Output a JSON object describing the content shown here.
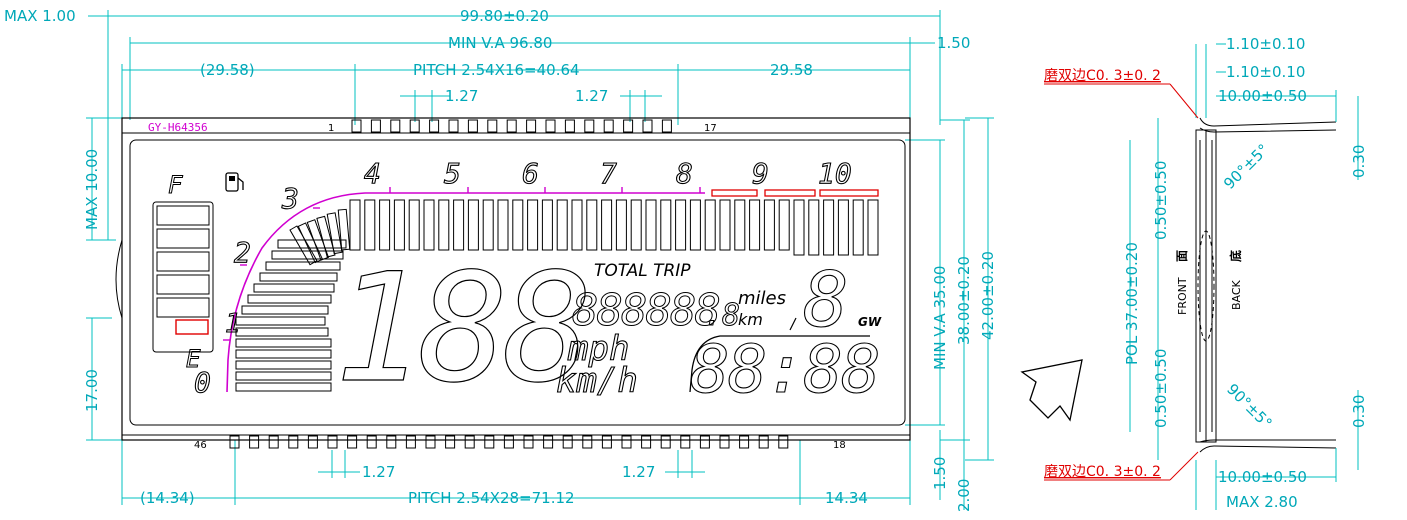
{
  "dimensions": {
    "max_1_00": "MAX 1.00",
    "overall_width": "99.80±0.20",
    "min_va": "MIN V.A 96.80",
    "right_1_50": "1.50",
    "left_pitch_offset": "(29.58)",
    "top_pitch": "PITCH 2.54X16=40.64",
    "right_pitch_offset": "29.58",
    "pin_pitch_a": "1.27",
    "pin_pitch_b": "1.27",
    "max_10_00": "MAX 10.00",
    "left_17_00": "17.00",
    "min_va_35": "MIN V.A 35.00",
    "height_38": "38.00±0.20",
    "height_42": "42.00±0.20",
    "bottom_1_50": "1.50",
    "bottom_2_00": "2.00",
    "bottom_left_offset": "(14.34)",
    "bottom_pitch": "PITCH 2.54X28=71.12",
    "bottom_right_offset": "14.34",
    "bottom_pitch_a": "1.27",
    "bottom_pitch_b": "1.27"
  },
  "lcd": {
    "model": "GY-H64356",
    "pin_top_first": "1",
    "pin_top_last": "17",
    "pin_bottom_first": "46",
    "pin_bottom_last": "18",
    "fuel_full": "F",
    "fuel_empty": "E",
    "scale_numbers": [
      "0",
      "1",
      "2",
      "3",
      "4",
      "5",
      "6",
      "7",
      "8",
      "9",
      "10"
    ],
    "speed_digits": "188",
    "speed_unit_mph": "mph",
    "speed_unit_kmh": "km/h",
    "total_trip": "TOTAL TRIP",
    "odometer": "888888",
    "odometer_decimal": ".8",
    "miles": "miles",
    "km": "km",
    "gear": "8",
    "gear_label": "GW",
    "clock": "88:88"
  },
  "side_view": {
    "thickness_top": "1.10±0.10",
    "thickness_top2": "1.10±0.10",
    "pin_length_top": "10.00±0.50",
    "pin_length_bottom": "10.00±0.50",
    "offset_030_top": "0.30",
    "offset_030_bottom": "0.30",
    "angle_top": "90°±5°",
    "angle_bottom": "90°±5°",
    "pol_dim": "POL 37.00±0.20",
    "pol_offset_top": "0.50±0.50",
    "pol_offset_bottom": "0.50±0.50",
    "front_label": "FRONT",
    "front_char": "面",
    "back_label": "BACK",
    "back_char": "底",
    "chamfer_top": "磨双边C0. 3±0. 2",
    "chamfer_bottom": "磨双边C0. 3±0. 2",
    "max_thickness": "MAX 2.80"
  },
  "colors": {
    "dimension": "#00b0c0",
    "magenta": "#d000d0",
    "red": "#e00000",
    "outline": "#000000"
  }
}
